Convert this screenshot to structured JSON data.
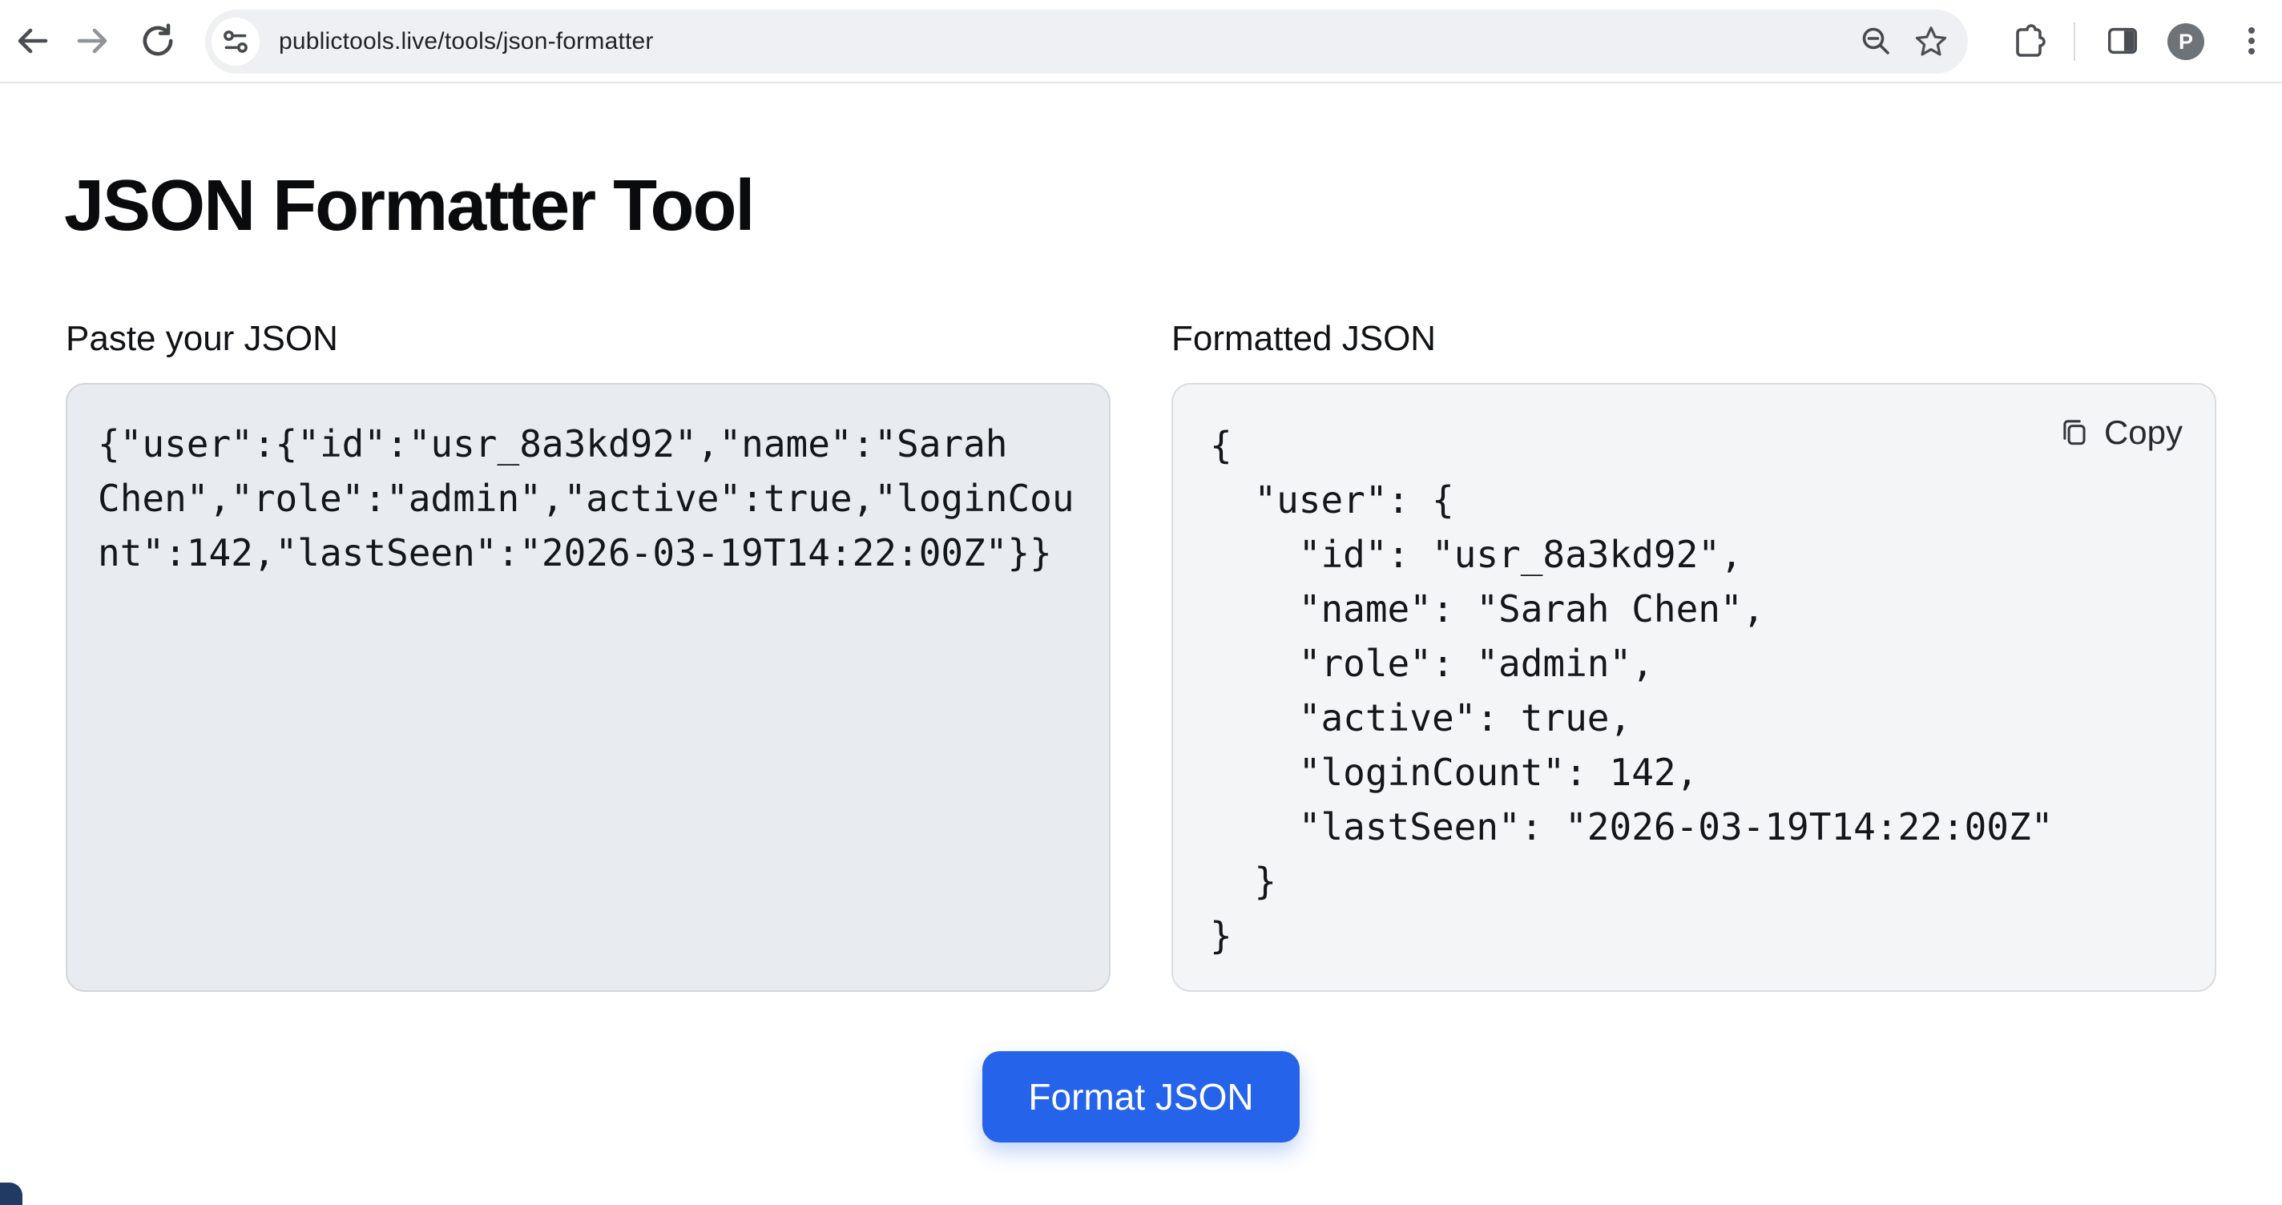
{
  "browser": {
    "url": "publictools.live/tools/json-formatter",
    "profile_initial": "P"
  },
  "page": {
    "title": "JSON Formatter Tool",
    "input": {
      "label": "Paste your JSON",
      "value": "{\"user\":{\"id\":\"usr_8a3kd92\",\"name\":\"Sarah Chen\",\"role\":\"admin\",\"active\":true,\"loginCount\":142,\"lastSeen\":\"2026-03-19T14:22:00Z\"}}"
    },
    "output": {
      "label": "Formatted JSON",
      "copy_label": "Copy",
      "value": "{\n  \"user\": {\n    \"id\": \"usr_8a3kd92\",\n    \"name\": \"Sarah Chen\",\n    \"role\": \"admin\",\n    \"active\": true,\n    \"loginCount\": 142,\n    \"lastSeen\": \"2026-03-19T14:22:00Z\"\n  }\n}"
    },
    "format_button_label": "Format JSON"
  },
  "icons": {
    "back": "left-arrow",
    "forward": "right-arrow",
    "reload": "circular-arrow",
    "site_settings": "tune-sliders",
    "zoom": "magnifier-minus",
    "bookmark": "star-outline",
    "extensions": "puzzle-piece",
    "side_panel": "split-rectangle",
    "menu": "three-vertical-dots",
    "copy": "overlapping-squares"
  },
  "colors": {
    "accent_blue": "#2563eb",
    "toolbar_icon": "#4a4e52",
    "disabled_icon": "#8f9499",
    "omnibox_bg": "#eef0f4",
    "input_panel_bg": "#e8ebf0",
    "output_panel_bg": "#f4f5f7",
    "avatar_bg": "#6e7377",
    "corner_element": "#203a64"
  }
}
